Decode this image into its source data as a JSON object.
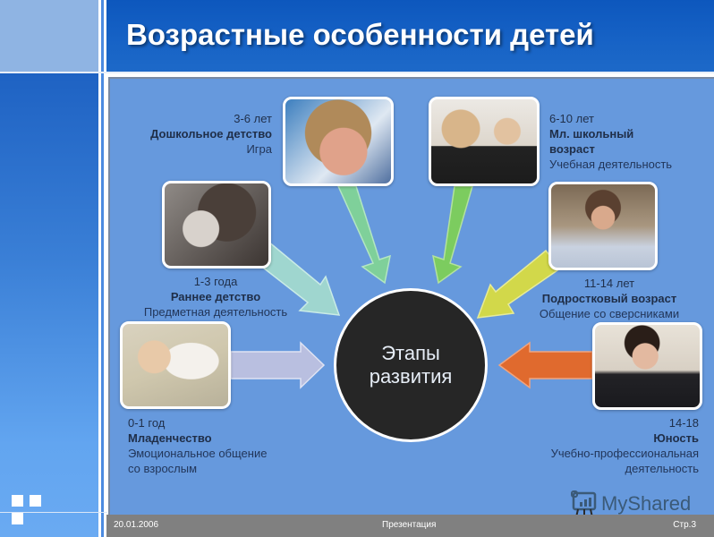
{
  "slide": {
    "title": "Возрастные особенности детей",
    "center_label_line1": "Этапы",
    "center_label_line2": "развития"
  },
  "stages": [
    {
      "age": "0-1 год",
      "name": "Младенчество",
      "activity_line1": "Эмоциональное общение",
      "activity_line2": "со взрослым",
      "photo": "baby-crawling-photo",
      "arrow_color": "#b9bfe0"
    },
    {
      "age": "1-3 года",
      "name": "Раннее детство",
      "activity_line1": "Предметная деятельность",
      "photo": "toddler-profile-photo",
      "arrow_color": "#9fd6cf"
    },
    {
      "age": "3-6 лет",
      "name": "Дошкольное детство",
      "activity_line1": "Игра",
      "photo": "laughing-child-photo",
      "arrow_color": "#7fd09a"
    },
    {
      "age": "6-10 лет",
      "name_line1": "Мл. школьный",
      "name_line2": "возраст",
      "activity_line1": "Учебная деятельность",
      "photo": "schoolchildren-desk-photo",
      "arrow_color": "#7ccc5f"
    },
    {
      "age": "11-14 лет",
      "name": "Подростковый возраст",
      "activity_line1": "Общение со сверсниками",
      "photo": "smiling-boy-classroom-photo",
      "arrow_color": "#d2d84a"
    },
    {
      "age": "14-18",
      "name": "Юность",
      "activity_line1": "Учебно-профессиональная",
      "activity_line2": "деятельность",
      "photo": "teen-boy-photo",
      "arrow_color": "#e06a2e"
    }
  ],
  "footer": {
    "date": "20.01.2006",
    "center": "Презентация",
    "page": "Стр.3"
  },
  "watermark": {
    "text": "MyShared"
  },
  "colors": {
    "header": "#1763c6",
    "content_bg": "#6699dd",
    "footer": "#808080",
    "hub": "#262626"
  }
}
